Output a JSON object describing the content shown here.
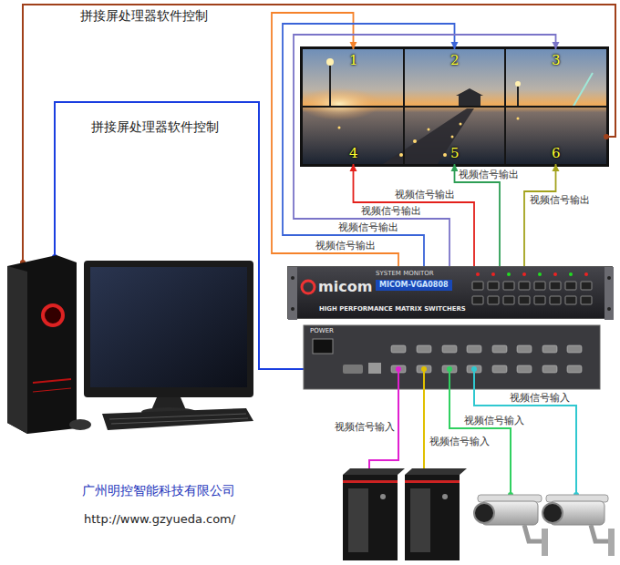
{
  "diagram": {
    "nodes": [
      {
        "text": [
          "1"
        ]
      },
      {
        "text": [
          "2"
        ]
      },
      {
        "text": [
          "3"
        ]
      },
      {
        "text": [
          "4"
        ]
      },
      {
        "text": [
          "5"
        ]
      },
      {
        "text": [
          "6"
        ]
      },
      {
        "text": [
          "micom",
          "SYSTEM MONITOR",
          "MICOM-VGA0808",
          "HIGH PERFORMANCE MATRIX SWITCHERS"
        ]
      }
    ],
    "edges": [
      {
        "from": 6,
        "to": 0,
        "arrow": "to",
        "label": "视频信号输出"
      },
      {
        "from": 6,
        "to": 1,
        "arrow": "to",
        "label": "视频信号输出"
      },
      {
        "from": 6,
        "to": 2,
        "arrow": "to",
        "label": "视频信号输出"
      },
      {
        "from": 6,
        "to": 3,
        "arrow": "to",
        "label": "视频信号输出"
      },
      {
        "from": 6,
        "to": 4,
        "arrow": "to",
        "label": "视频信号输出"
      },
      {
        "from": 6,
        "to": 5,
        "arrow": "to",
        "label": "视频信号输出"
      }
    ],
    "labels": [
      "拼接屏处理器软件控制",
      "拼接屏处理器软件控制",
      "POWER",
      "视频信号输入",
      "视频信号输入",
      "视频信号输入",
      "视频信号输入",
      "广州明控智能科技有限公司",
      "http://www.gzyueda.com/"
    ]
  }
}
